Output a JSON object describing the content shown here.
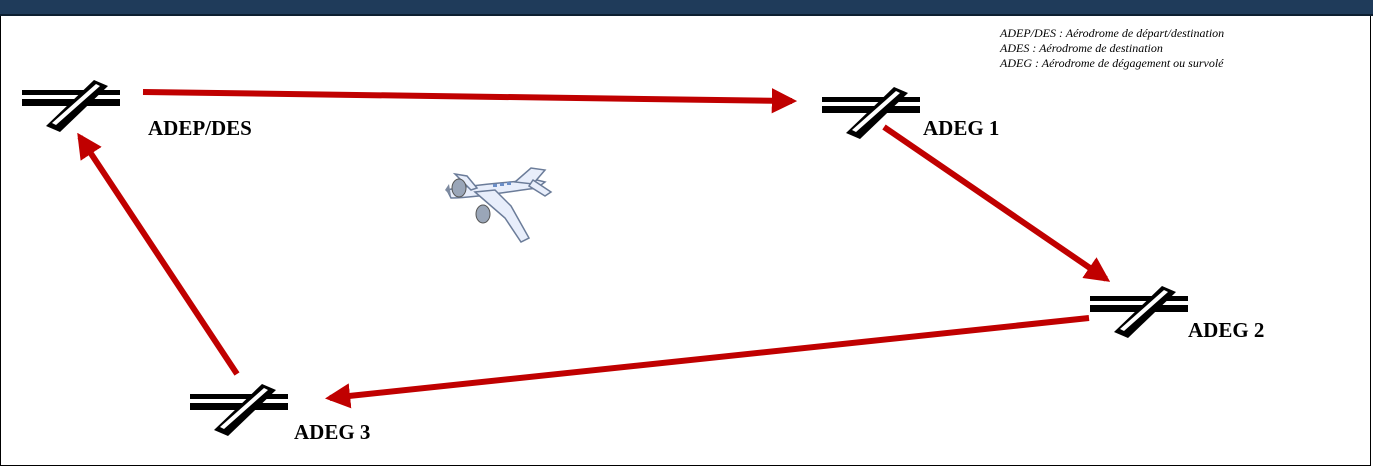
{
  "header": {
    "bar_color": "#1f3b5a"
  },
  "colors": {
    "route": "#c00000",
    "runway": "#000000"
  },
  "legend": [
    "ADEP/DES : Aérodrome de départ/destination",
    "ADES : Aérodrome de destination",
    "ADEG : Aérodrome de dégagement ou survolé"
  ],
  "aerodromes": [
    {
      "id": "adep",
      "label": "ADEP/DES",
      "icon": "runway-icon"
    },
    {
      "id": "adeg1",
      "label": "ADEG 1",
      "icon": "runway-icon"
    },
    {
      "id": "adeg2",
      "label": "ADEG 2",
      "icon": "runway-icon"
    },
    {
      "id": "adeg3",
      "label": "ADEG 3",
      "icon": "runway-icon"
    }
  ],
  "routes": [
    {
      "from": "ADEP/DES",
      "to": "ADEG 1"
    },
    {
      "from": "ADEG 1",
      "to": "ADEG 2"
    },
    {
      "from": "ADEG 2",
      "to": "ADEG 3"
    },
    {
      "from": "ADEG 3",
      "to": "ADEP/DES"
    }
  ],
  "aircraft": {
    "icon": "airplane-icon"
  }
}
